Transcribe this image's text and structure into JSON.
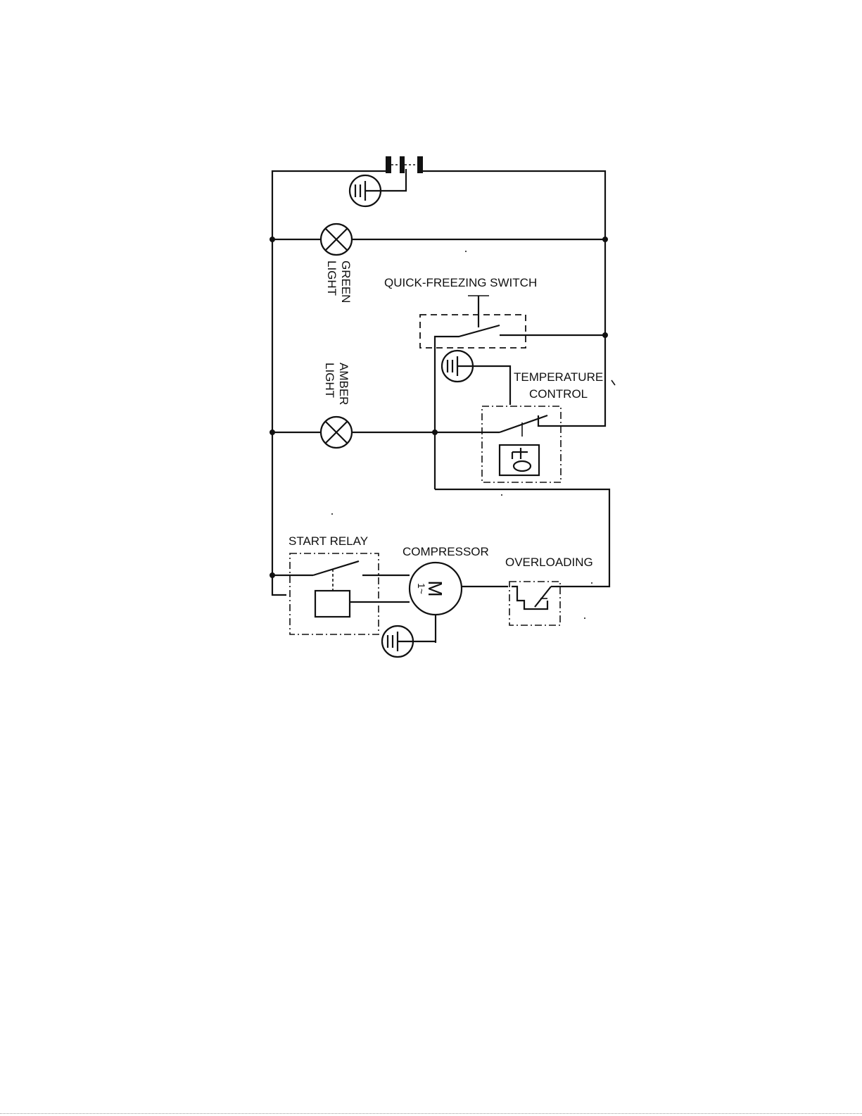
{
  "diagram": {
    "labels": {
      "green_light": "GREEN\nLIGHT",
      "amber_light": "AMBER\nLIGHT",
      "quick_freezing_switch": "QUICK-FREEZING  SWITCH",
      "temperature_control_line1": "TEMPERATURE",
      "temperature_control_line2": "CONTROL",
      "start_relay": "START  RELAY",
      "compressor": "COMPRESSOR",
      "overloading": "OVERLOADING",
      "motor_symbol": "M",
      "motor_phase": "1~"
    },
    "colors": {
      "line": "#111111",
      "background": "#ffffff"
    },
    "icons": [
      "plug-icon",
      "ground-icon",
      "lamp-icon",
      "switch-icon",
      "motor-icon",
      "thermostat-icon",
      "relay-coil-icon",
      "overload-icon"
    ]
  }
}
